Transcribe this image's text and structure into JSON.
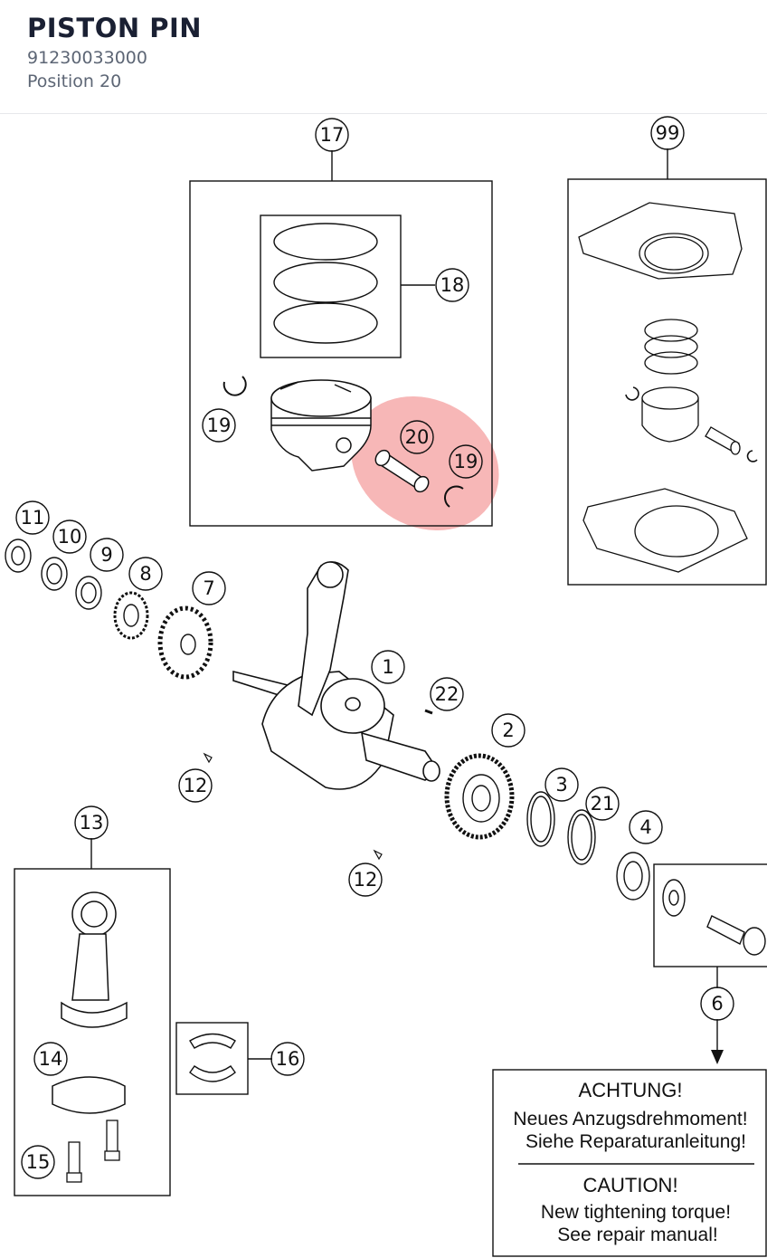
{
  "header": {
    "title": "PISTON PIN",
    "part_number": "91230033000",
    "position": "Position 20"
  },
  "highlight": {
    "color": "#f07b7b"
  },
  "callouts": [
    "17",
    "18",
    "19",
    "20",
    "19",
    "99",
    "11",
    "10",
    "9",
    "8",
    "7",
    "1",
    "22",
    "2",
    "12",
    "3",
    "21",
    "4",
    "12",
    "13",
    "14",
    "15",
    "16",
    "6"
  ],
  "warning": {
    "de_title": "ACHTUNG!",
    "de_line1": "Neues Anzugsdrehmoment!",
    "de_line2": "Siehe Reparaturanleitung!",
    "en_title": "CAUTION!",
    "en_line1": "New tightening torque!",
    "en_line2": "See repair manual!"
  }
}
